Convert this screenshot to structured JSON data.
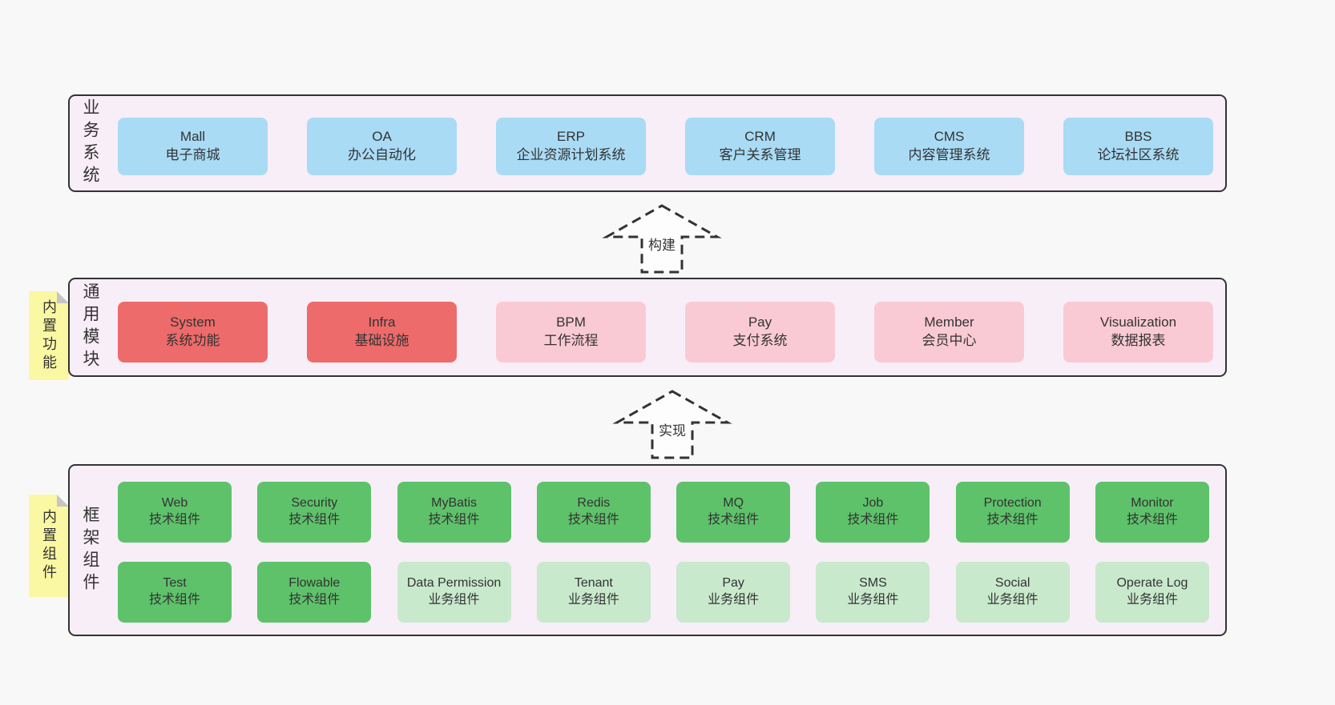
{
  "colors": {
    "page_bg": "#f8f8f8",
    "band_bg": "#f8eef7",
    "band_border": "#333333",
    "blue_box": "#a9dbf5",
    "red_box": "#ee6b6b",
    "pink_box": "#facad4",
    "green_dark_box": "#5ec26a",
    "green_light_box": "#c9e9cd",
    "sticky_note": "#fbf8a3",
    "note_fold": "#c5c5c5",
    "text": "#333333"
  },
  "sections": {
    "business": {
      "label": "业务系统",
      "boxes": [
        {
          "title": "Mall",
          "subtitle": "电子商城"
        },
        {
          "title": "OA",
          "subtitle": "办公自动化"
        },
        {
          "title": "ERP",
          "subtitle": "企业资源计划系统"
        },
        {
          "title": "CRM",
          "subtitle": "客户关系管理"
        },
        {
          "title": "CMS",
          "subtitle": "内容管理系统"
        },
        {
          "title": "BBS",
          "subtitle": "论坛社区系统"
        }
      ]
    },
    "modules": {
      "label": "通用模块",
      "note": "内置功能",
      "boxes": [
        {
          "title": "System",
          "subtitle": "系统功能"
        },
        {
          "title": "Infra",
          "subtitle": "基础设施"
        },
        {
          "title": "BPM",
          "subtitle": "工作流程"
        },
        {
          "title": "Pay",
          "subtitle": "支付系统"
        },
        {
          "title": "Member",
          "subtitle": "会员中心"
        },
        {
          "title": "Visualization",
          "subtitle": "数据报表"
        }
      ]
    },
    "components": {
      "label": "框架组件",
      "note": "内置组件",
      "row1": [
        {
          "title": "Web",
          "subtitle": "技术组件"
        },
        {
          "title": "Security",
          "subtitle": "技术组件"
        },
        {
          "title": "MyBatis",
          "subtitle": "技术组件"
        },
        {
          "title": "Redis",
          "subtitle": "技术组件"
        },
        {
          "title": "MQ",
          "subtitle": "技术组件"
        },
        {
          "title": "Job",
          "subtitle": "技术组件"
        },
        {
          "title": "Protection",
          "subtitle": "技术组件"
        },
        {
          "title": "Monitor",
          "subtitle": "技术组件"
        }
      ],
      "row2": [
        {
          "title": "Test",
          "subtitle": "技术组件"
        },
        {
          "title": "Flowable",
          "subtitle": "技术组件"
        },
        {
          "title": "Data Permission",
          "subtitle": "业务组件"
        },
        {
          "title": "Tenant",
          "subtitle": "业务组件"
        },
        {
          "title": "Pay",
          "subtitle": "业务组件"
        },
        {
          "title": "SMS",
          "subtitle": "业务组件"
        },
        {
          "title": "Social",
          "subtitle": "业务组件"
        },
        {
          "title": "Operate Log",
          "subtitle": "业务组件"
        }
      ]
    }
  },
  "arrows": [
    {
      "label": "构建"
    },
    {
      "label": "实现"
    }
  ]
}
